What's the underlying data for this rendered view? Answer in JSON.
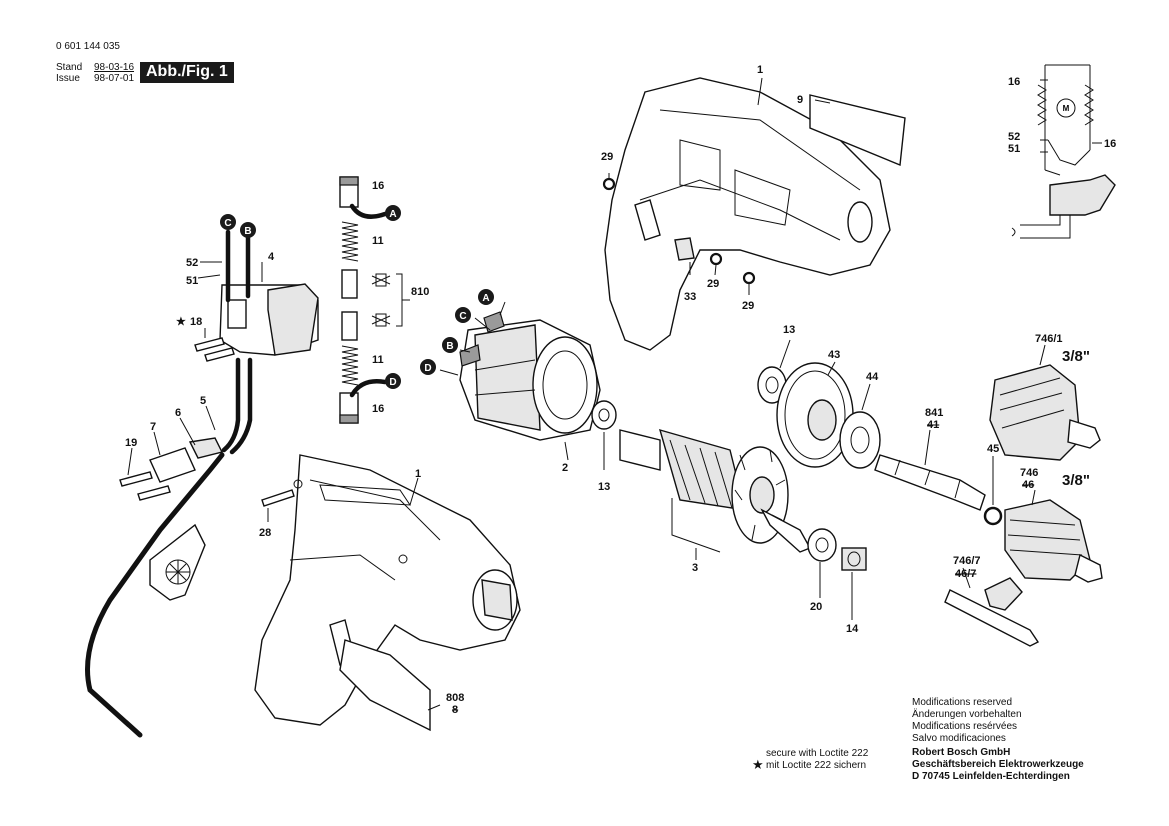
{
  "header": {
    "part_number": "0 601 144 035",
    "stand_label": "Stand",
    "stand_date": "98-03-16",
    "issue_label": "Issue",
    "issue_date": "98-07-01",
    "figure_badge": "Abb./Fig. 1"
  },
  "callouts": {
    "c1_top": "1",
    "c9": "9",
    "c29a": "29",
    "c29b": "29",
    "c29c": "29",
    "c33": "33",
    "c16a": "16",
    "c11a": "11",
    "c810": "810",
    "c11b": "11",
    "c16b": "16",
    "c52": "52",
    "c51": "51",
    "c4": "4",
    "c18": "18",
    "c5": "5",
    "c6": "6",
    "c7": "7",
    "c19": "19",
    "c28": "28",
    "c1_bottom": "1",
    "c2": "2",
    "c13a": "13",
    "c3": "3",
    "c13b": "13",
    "c43": "43",
    "c44": "44",
    "c841": "841",
    "c41": "41",
    "c45": "45",
    "c20": "20",
    "c14": "14",
    "c746_1": "746/1",
    "c746": "746",
    "c46": "46",
    "c746_7": "746/7",
    "c46_7": "46/7",
    "c808": "808",
    "c8": "8",
    "chuck_size_1": "3/8\"",
    "chuck_size_2": "3/8\"",
    "sch16a": "16",
    "sch52": "52",
    "sch51": "51",
    "sch16b": "16",
    "motor_m": "M"
  },
  "connectors": {
    "A": "A",
    "B": "B",
    "C": "C",
    "D": "D"
  },
  "footer": {
    "lines": [
      "Modifications reserved",
      "Änderungen vorbehalten",
      "Modifications resérvées",
      "Salvo modificaciones"
    ],
    "company": [
      "Robert Bosch GmbH",
      "Geschäftsbereich Elektrowerkzeuge",
      "D 70745 Leinfelden-Echterdingen"
    ],
    "loctite_en": "secure with Loctite 222",
    "loctite_de": "mit Loctite 222 sichern",
    "star_symbol": "★"
  }
}
